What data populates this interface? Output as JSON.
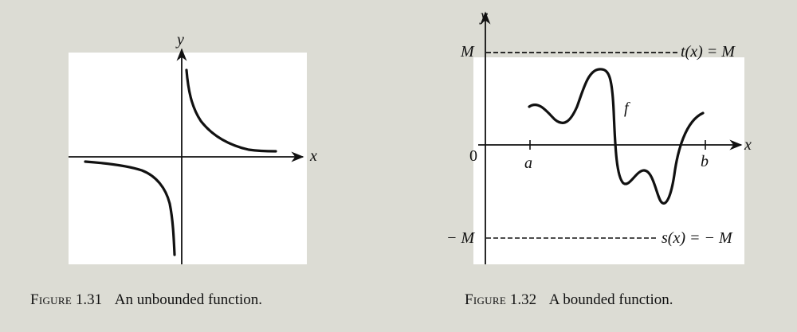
{
  "figure1": {
    "number": "1.31",
    "figure_word": "Figure",
    "caption": "An unbounded function.",
    "x_label": "x",
    "y_label": "y"
  },
  "figure2": {
    "number": "1.32",
    "figure_word": "Figure",
    "caption": "A bounded function.",
    "x_label": "x",
    "y_label": "y",
    "upper_bound_label": "M",
    "lower_bound_label": "− M",
    "upper_line_label": "t(x) = M",
    "lower_line_label": "s(x) = − M",
    "origin_label": "0",
    "a_label": "a",
    "b_label": "b",
    "function_label": "f"
  }
}
